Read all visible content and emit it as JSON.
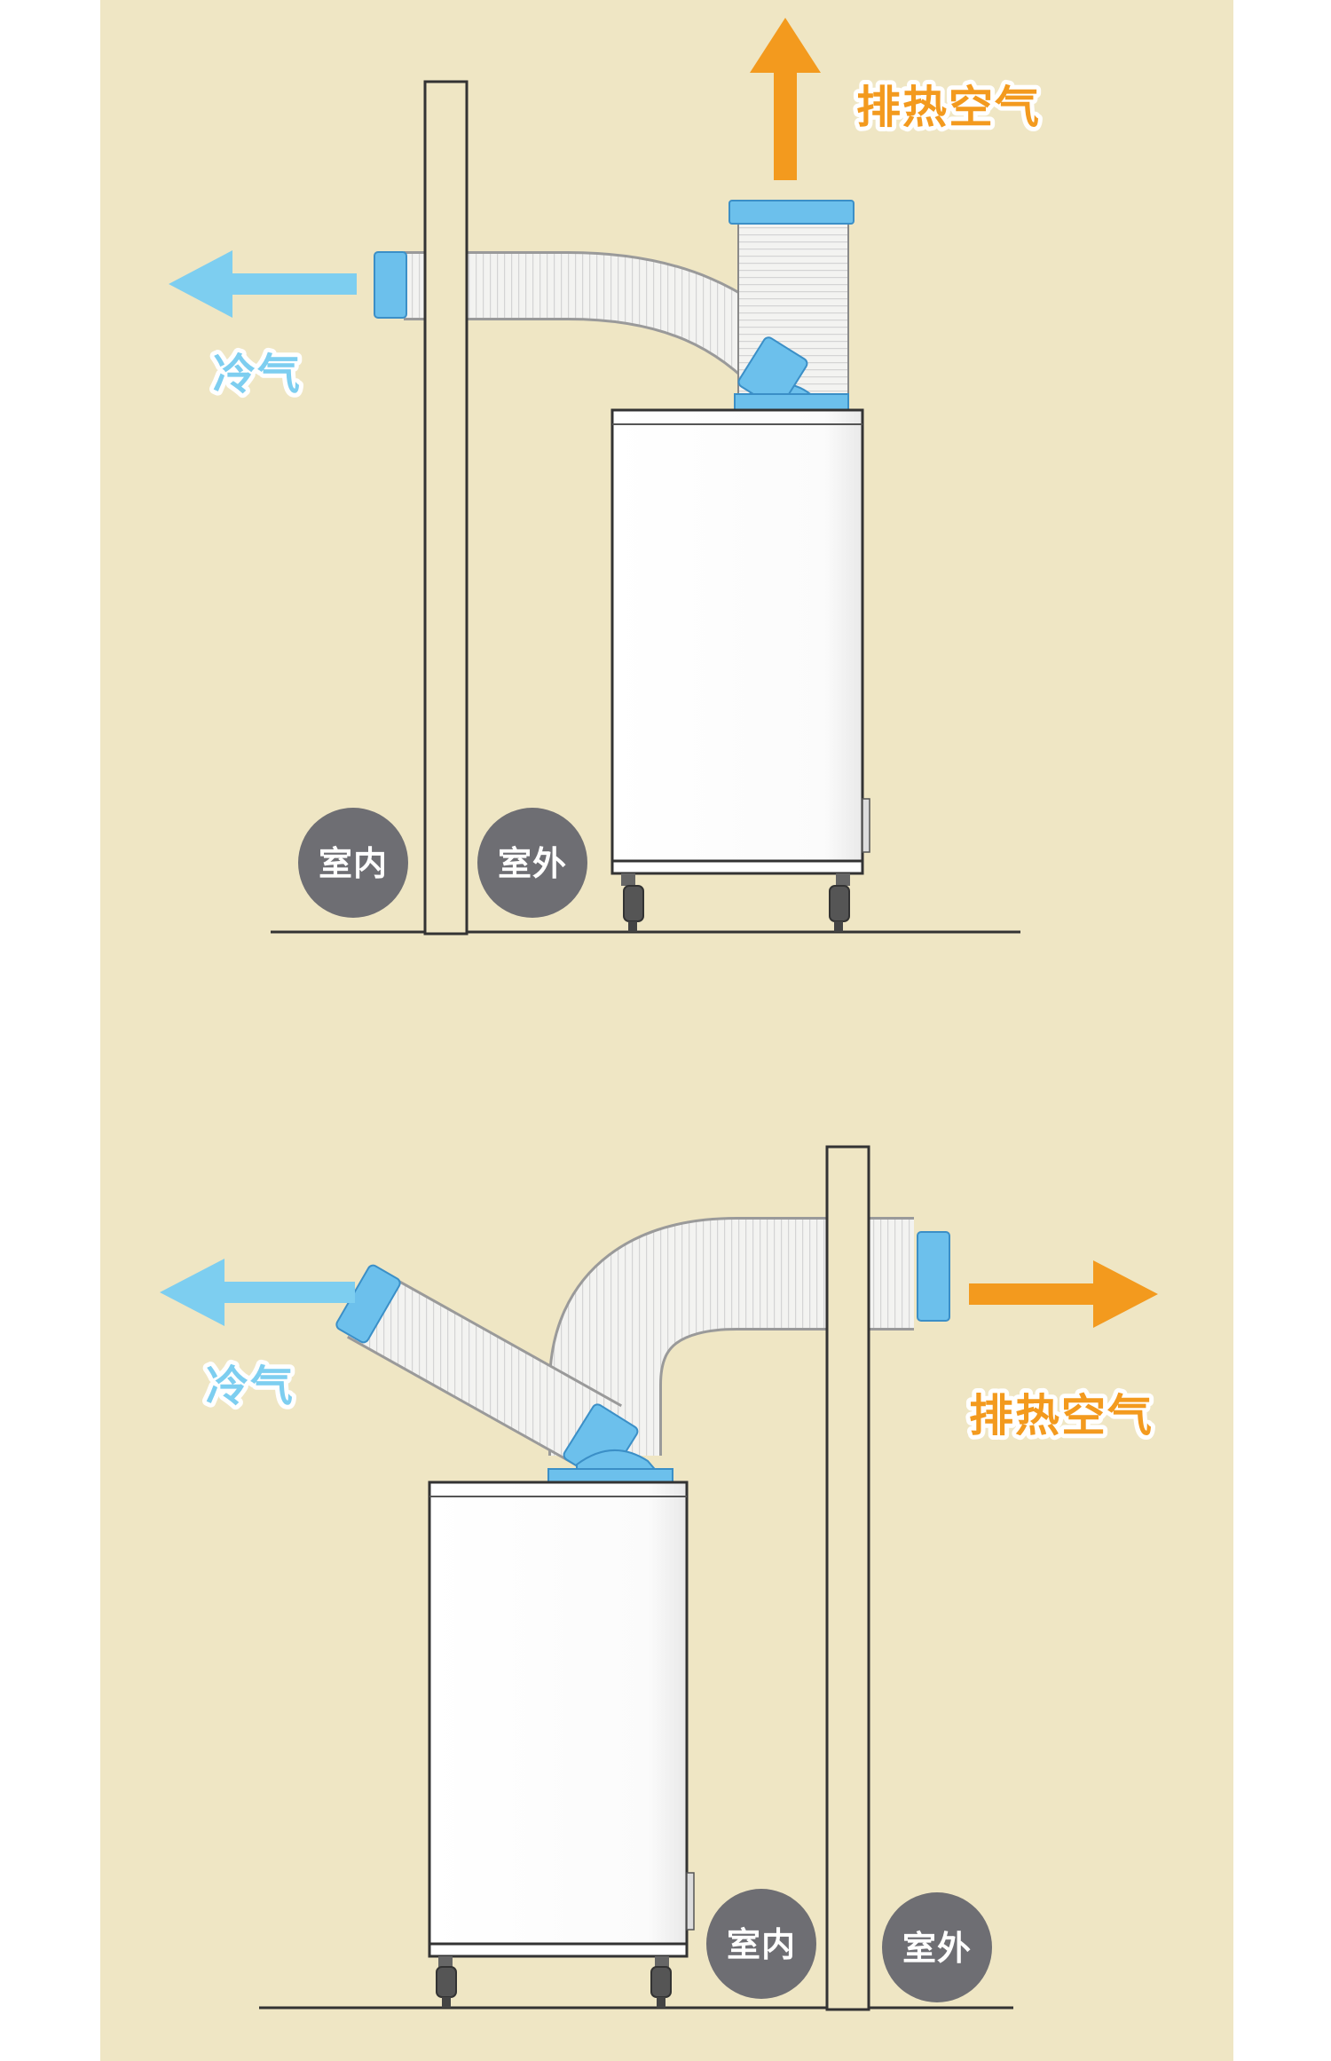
{
  "colors": {
    "background": "#efe6c4",
    "hot_air": "#f39a1e",
    "cold_air": "#7dcef0",
    "duct_ring": "#6cc0ec",
    "badge": "#6e6e73"
  },
  "scenes": [
    {
      "exhaust_label": "排热空气",
      "cold_label": "冷气",
      "indoor_label": "室内",
      "outdoor_label": "室外"
    },
    {
      "exhaust_label": "排热空气",
      "cold_label": "冷气",
      "indoor_label": "室内",
      "outdoor_label": "室外"
    }
  ]
}
